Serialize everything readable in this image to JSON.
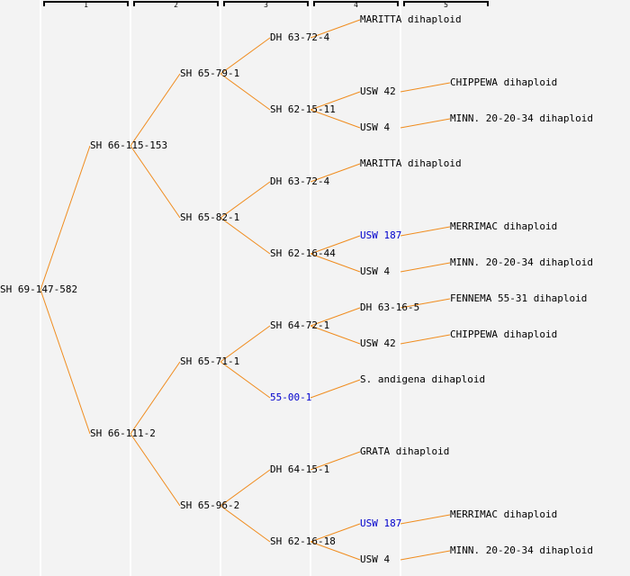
{
  "generations": [
    "1",
    "2",
    "3",
    "4",
    "5"
  ],
  "colors": {
    "edge": "#f08c1e",
    "text": "#000000",
    "link": "#0000cc",
    "background": "#f3f3f3"
  },
  "tree": {
    "label": "SH 69-147-582",
    "children": [
      {
        "label": "SH 66-115-153",
        "children": [
          {
            "label": "SH 65-79-1",
            "children": [
              {
                "label": "DH 63-72-4",
                "children": [
                  {
                    "label": "MARITTA dihaploid"
                  }
                ]
              },
              {
                "label": "SH 62-15-11",
                "children": [
                  {
                    "label": "USW 42",
                    "children": [
                      {
                        "label": "CHIPPEWA dihaploid"
                      }
                    ]
                  },
                  {
                    "label": "USW 4",
                    "children": [
                      {
                        "label": "MINN. 20-20-34 dihaploid"
                      }
                    ]
                  }
                ]
              }
            ]
          },
          {
            "label": "SH 65-82-1",
            "children": [
              {
                "label": "DH 63-72-4",
                "children": [
                  {
                    "label": "MARITTA dihaploid"
                  }
                ]
              },
              {
                "label": "SH 62-16-44",
                "children": [
                  {
                    "label": "USW 187",
                    "link": true,
                    "children": [
                      {
                        "label": "MERRIMAC dihaploid"
                      }
                    ]
                  },
                  {
                    "label": "USW 4",
                    "children": [
                      {
                        "label": "MINN. 20-20-34 dihaploid"
                      }
                    ]
                  }
                ]
              }
            ]
          }
        ]
      },
      {
        "label": "SH 66-111-2",
        "children": [
          {
            "label": "SH 65-71-1",
            "children": [
              {
                "label": "SH 64-72-1",
                "children": [
                  {
                    "label": "DH 63-16-5",
                    "children": [
                      {
                        "label": "FENNEMA 55-31 dihaploid"
                      }
                    ]
                  },
                  {
                    "label": "USW 42",
                    "children": [
                      {
                        "label": "CHIPPEWA dihaploid"
                      }
                    ]
                  }
                ]
              },
              {
                "label": "55-00-1",
                "link": true,
                "children": [
                  {
                    "label": "S. andigena dihaploid"
                  }
                ]
              }
            ]
          },
          {
            "label": "SH 65-96-2",
            "children": [
              {
                "label": "DH 64-15-1",
                "children": [
                  {
                    "label": "GRATA dihaploid"
                  }
                ]
              },
              {
                "label": "SH 62-16-18",
                "children": [
                  {
                    "label": "USW 187",
                    "link": true,
                    "children": [
                      {
                        "label": "MERRIMAC dihaploid"
                      }
                    ]
                  },
                  {
                    "label": "USW 4",
                    "children": [
                      {
                        "label": "MINN. 20-20-34 dihaploid"
                      }
                    ]
                  }
                ]
              }
            ]
          }
        ]
      }
    ]
  }
}
